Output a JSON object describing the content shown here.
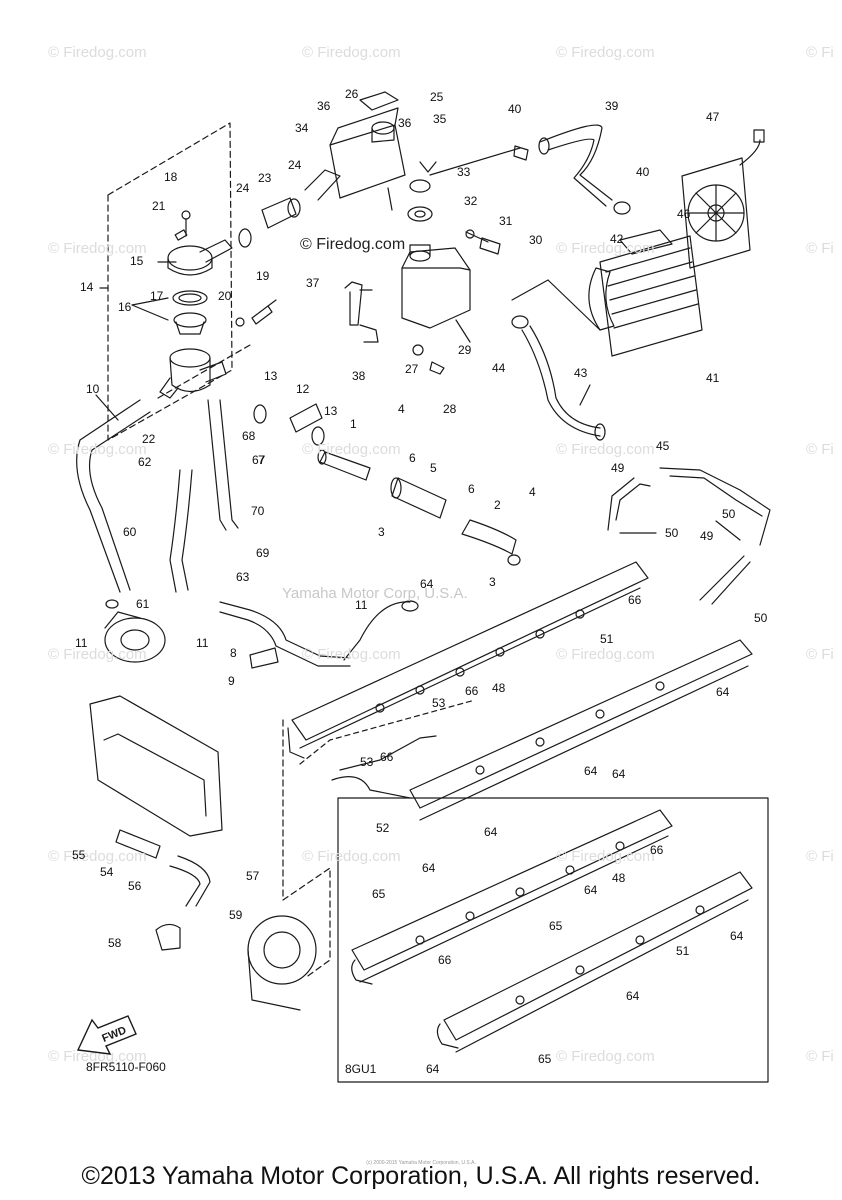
{
  "watermarks": {
    "corner_text": "© Firedog.com",
    "edge_text": "© Fi",
    "center_text": "© Firedog.com",
    "diagram_text": "Yamaha Motor Corp, U.S.A."
  },
  "model_code": "8FR5110-F060",
  "variant_label": "8GU1",
  "fwd_label": "FWD",
  "fine_print": "(c) 2000-2015 Yamaha Motor Corporation, U.S.A.",
  "copyright": "©2013 Yamaha Motor Corporation, U.S.A. All rights reserved.",
  "callouts": [
    "1",
    "2",
    "3",
    "3",
    "4",
    "4",
    "5",
    "6",
    "6",
    "7",
    "8",
    "9",
    "10",
    "11",
    "11",
    "11",
    "12",
    "13",
    "13",
    "14",
    "15",
    "16",
    "17",
    "18",
    "19",
    "20",
    "21",
    "22",
    "23",
    "24",
    "24",
    "25",
    "26",
    "27",
    "28",
    "29",
    "30",
    "31",
    "32",
    "33",
    "34",
    "35",
    "36",
    "36",
    "37",
    "38",
    "39",
    "40",
    "40",
    "41",
    "42",
    "43",
    "44",
    "45",
    "46",
    "47",
    "48",
    "48",
    "49",
    "49",
    "50",
    "50",
    "50",
    "51",
    "51",
    "52",
    "53",
    "53",
    "54",
    "55",
    "56",
    "57",
    "58",
    "59",
    "60",
    "61",
    "62",
    "63",
    "64",
    "64",
    "64",
    "64",
    "64",
    "64",
    "64",
    "64",
    "64",
    "64",
    "65",
    "65",
    "65",
    "66",
    "66",
    "66",
    "66",
    "66",
    "67",
    "68",
    "69",
    "70"
  ],
  "colors": {
    "line": "#1a1a1a",
    "watermark": "#d9d9d9",
    "background": "#ffffff"
  }
}
